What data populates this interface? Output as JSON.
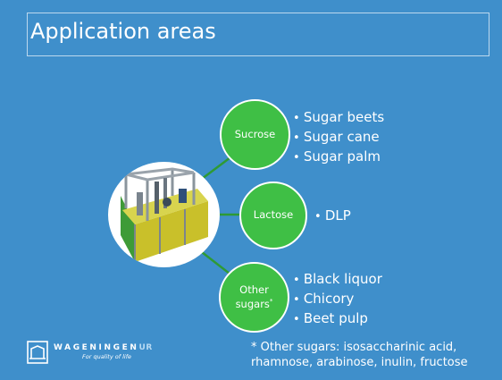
{
  "slide": {
    "title": "Application areas"
  },
  "nodes": [
    {
      "id": "sucrose",
      "label": "Sucrose",
      "items": [
        "Sugar beets",
        "Sugar cane",
        "Sugar palm"
      ]
    },
    {
      "id": "lactose",
      "label": "Lactose",
      "items": [
        "DLP"
      ]
    },
    {
      "id": "other",
      "label_line1": "Other",
      "label_line2": "sugars",
      "label_mark": "*",
      "items": [
        "Black liquor",
        "Chicory",
        "Beet pulp"
      ]
    }
  ],
  "footnote": {
    "line1": "* Other sugars: isosaccharinic acid,",
    "line2": "rhamnose, arabinose, inulin, fructose"
  },
  "logo": {
    "word": "WAGENINGEN",
    "suffix": "UR",
    "tagline": "For quality of life"
  },
  "colors": {
    "background": "#3f8fcb",
    "node_fill": "#3fbf45",
    "connector": "#2e9a35"
  }
}
